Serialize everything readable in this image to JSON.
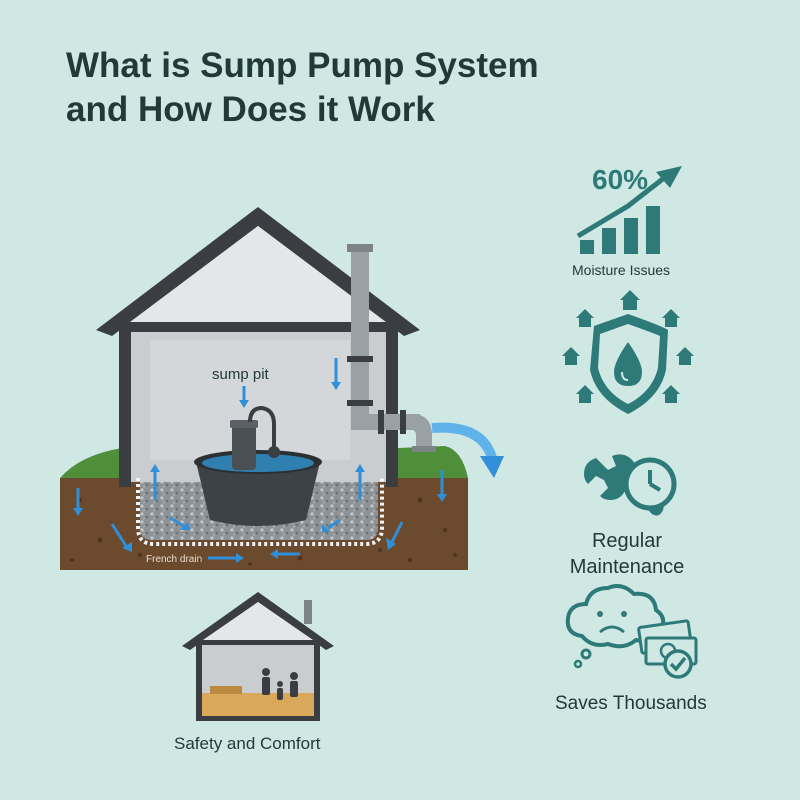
{
  "title": {
    "line1": "What is Sump Pump System",
    "line2": "and How Does it Work"
  },
  "diagram": {
    "sump_pit_label": "sump pit",
    "french_drain_label": "French drain"
  },
  "benefits": {
    "stat_value": "60%",
    "moisture_label": "Moisture Issues",
    "maintenance_line1": "Regular",
    "maintenance_line2": "Maintenance",
    "saves_label": "Saves Thousands",
    "safety_label": "Safety and Comfort"
  },
  "colors": {
    "background": "#cfe8e4",
    "icon_teal": "#2e7a78",
    "water_blue": "#2f8fd8",
    "soil": "#6b4a2e",
    "grass": "#4f8f3a",
    "house_dark": "#3a3d42"
  },
  "icons": [
    "growth-chart-icon",
    "shield-drop-icon",
    "wrench-clock-icon",
    "worried-cloud-money-icon",
    "house-family-icon"
  ]
}
